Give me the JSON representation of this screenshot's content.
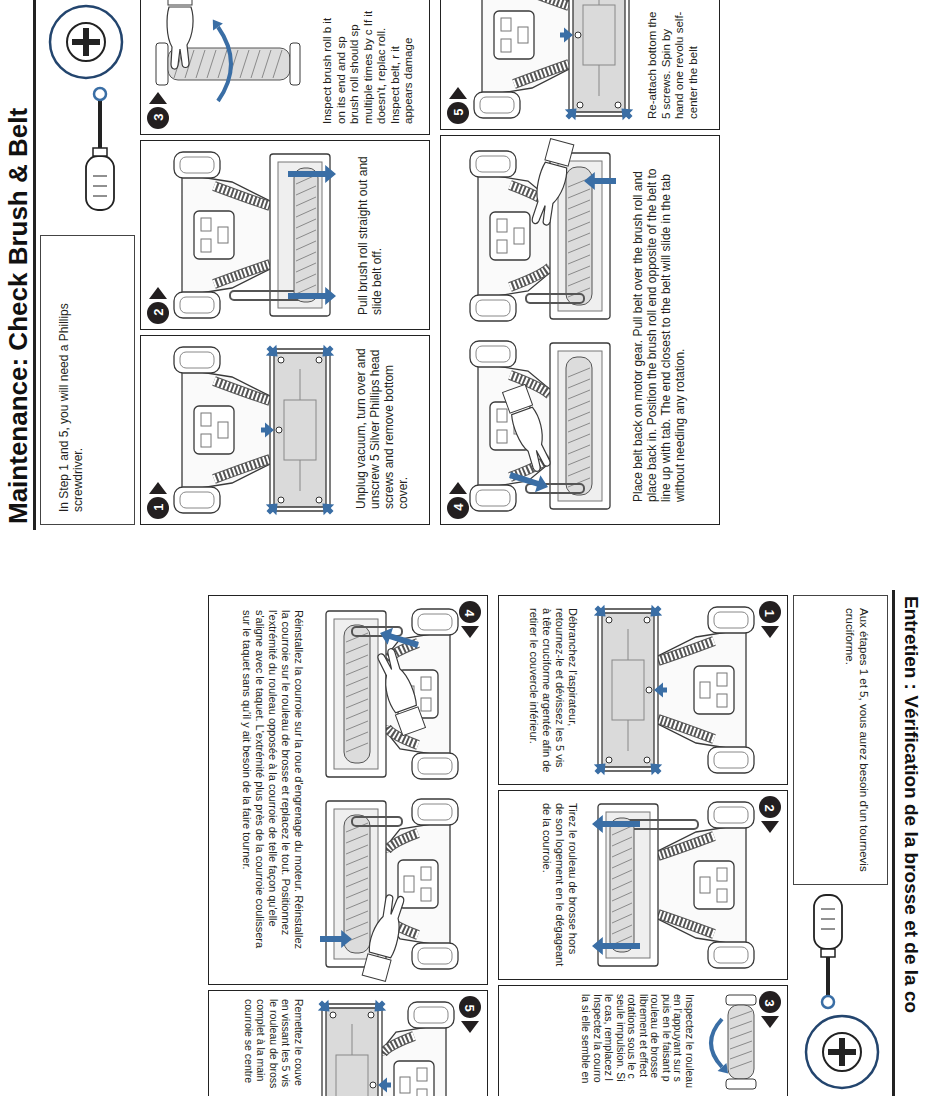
{
  "diagram": {
    "title": "Maintenance: Check Brush & Belt",
    "nodes": [
      {
        "text": [
          "In Step 1 and 5, you will need a Phillips screwdriver."
        ]
      },
      {
        "text": [
          "1",
          "Unplug vacuum, turn over and unscrew 5 Silver Phillips head screws and remove bottom cover."
        ]
      },
      {
        "text": [
          "2",
          "Pull brush roll straight out and slide belt off."
        ]
      },
      {
        "text": [
          "3",
          "Inspect brush roll b it on its end and sp brush roll should sp multiple times by c If it doesn't, replac roll. Inspect belt, r it appears damage"
        ]
      },
      {
        "text": [
          "4",
          "Place belt back on motor gear. Pull belt over the brush roll and place back in. Position the brush roll end opposite of the belt to line up with tab. The end closest to the belt will slide in the tab without needing any rotation."
        ]
      },
      {
        "text": [
          "5",
          "Re-attach bottom the 5 screws. Spin by hand one revolu self-center the belt"
        ]
      },
      {
        "text": [
          "Aux étapes 1 et 5, vous aurez besoin d'un tournevis cruciforme."
        ]
      },
      {
        "text": [
          "1",
          "Débranchez l'aspirateur, retournez-le et dévissez les 5 vis à tête cruciforme argentée afin de retirer le couvercle inférieur."
        ]
      },
      {
        "text": [
          "2",
          "Tirez le rouleau de brosse hors de son logement en le dégageant de la courroie."
        ]
      },
      {
        "text": [
          "3",
          "Inspectez le rouleau en l'appuyant sur s puis en le faisant p rouleau de brosse librement et effect rotations sous le c seule impulsion. Si le cas, remplacez l Inspectez la courro la si elle semble en"
        ]
      },
      {
        "text": [
          "4",
          "Réinstallez la courroie sur la roue d'engrenage du moteur. Réinstallez la courroie sur le rouleau de brosse et replacez le tout. Positionnez l'extrémité du rouleau opposée à la courroie de telle façon qu'elle s'aligne avec le taquet. L'extrémité plus près de la courroie coulissera sur le taquet sans qu'il y ait besoin de la faire tourner."
        ]
      },
      {
        "text": [
          "5",
          "Remettez le couve en vissant les 5 vis le rouleau de bross complet à la main courroie se centre"
        ]
      }
    ],
    "labels": [
      "Entretien : Vérification de la brosse et de la co"
    ]
  }
}
